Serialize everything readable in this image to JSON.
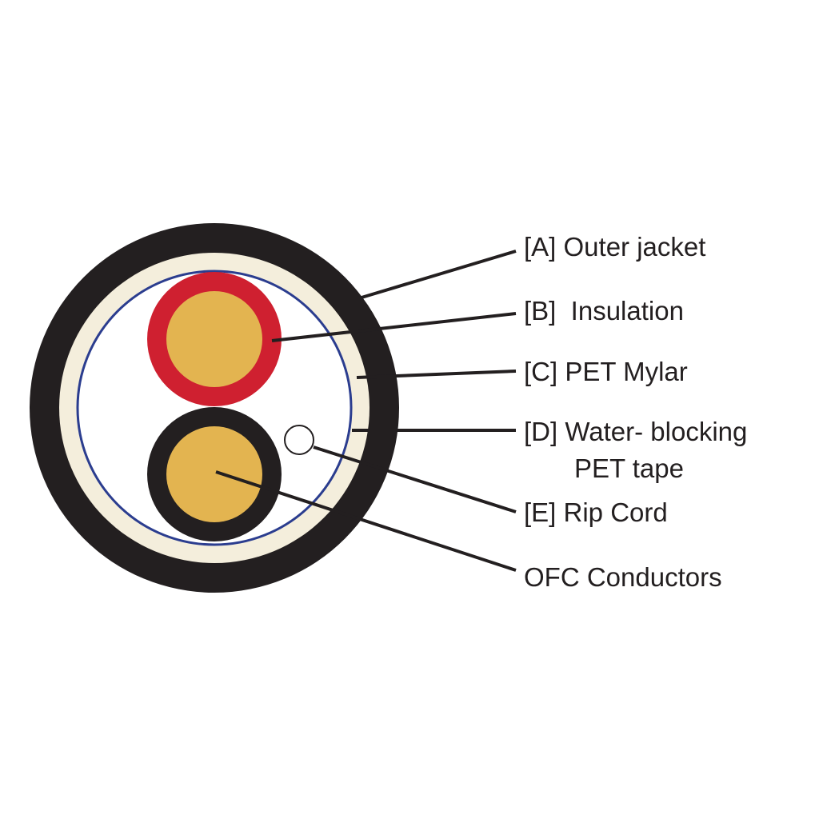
{
  "labels": {
    "a": "[A] Outer jacket",
    "b": "[B]  Insulation",
    "c": "[C] PET Mylar",
    "d_line1": "[D] Water- blocking",
    "d_line2": "PET tape",
    "e": "[E] Rip Cord",
    "f": "OFC Conductors"
  },
  "colors": {
    "outer_jacket": "#231f20",
    "mylar_ring": "#f4eedc",
    "water_blocking_tape": "#2b3d8f",
    "insulation_red": "#cf2030",
    "insulation_black": "#231f20",
    "conductor": "#e3b450",
    "rip_cord": "#ffffff",
    "leader_line": "#231f20",
    "text": "#231f20"
  }
}
